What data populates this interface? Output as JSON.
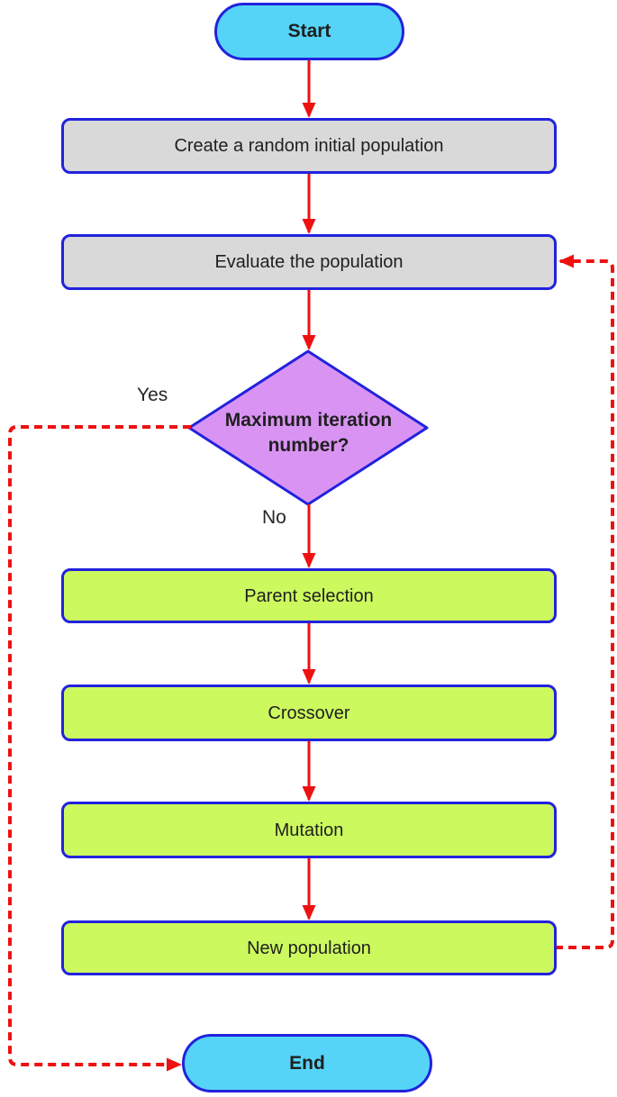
{
  "diagram": {
    "type": "flowchart",
    "subject": "Genetic algorithm flowchart",
    "nodes": {
      "start": {
        "label": "Start",
        "shape": "terminator",
        "fill": "#55D4F7"
      },
      "create_population": {
        "label": "Create a random initial population",
        "shape": "process",
        "fill": "#D9D9D9"
      },
      "evaluate": {
        "label": "Evaluate the population",
        "shape": "process",
        "fill": "#D9D9D9"
      },
      "max_iteration": {
        "label": "Maximum iteration number?",
        "shape": "decision",
        "fill": "#D994F3"
      },
      "parent_selection": {
        "label": "Parent selection",
        "shape": "process",
        "fill": "#CCF95E"
      },
      "crossover": {
        "label": "Crossover",
        "shape": "process",
        "fill": "#CCF95E"
      },
      "mutation": {
        "label": "Mutation",
        "shape": "process",
        "fill": "#CCF95E"
      },
      "new_population": {
        "label": "New population",
        "shape": "process",
        "fill": "#CCF95E"
      },
      "end": {
        "label": "End",
        "shape": "terminator",
        "fill": "#55D4F7"
      }
    },
    "edges": {
      "yes_label": "Yes",
      "no_label": "No",
      "connections": [
        {
          "from": "start",
          "to": "create_population",
          "style": "solid"
        },
        {
          "from": "create_population",
          "to": "evaluate",
          "style": "solid"
        },
        {
          "from": "evaluate",
          "to": "max_iteration",
          "style": "solid"
        },
        {
          "from": "max_iteration",
          "to": "parent_selection",
          "label": "No",
          "style": "solid"
        },
        {
          "from": "parent_selection",
          "to": "crossover",
          "style": "solid"
        },
        {
          "from": "crossover",
          "to": "mutation",
          "style": "solid"
        },
        {
          "from": "mutation",
          "to": "new_population",
          "style": "solid"
        },
        {
          "from": "new_population",
          "to": "evaluate",
          "style": "dashed"
        },
        {
          "from": "max_iteration",
          "to": "end",
          "label": "Yes",
          "style": "dashed"
        }
      ]
    },
    "colors": {
      "node_border": "#2222DD",
      "arrow": "#EE1111",
      "terminator_fill": "#55D4F7",
      "process_fill": "#D9D9D9",
      "step_fill": "#CCF95E",
      "decision_fill": "#D994F3",
      "text": "#1F1F1F"
    }
  }
}
